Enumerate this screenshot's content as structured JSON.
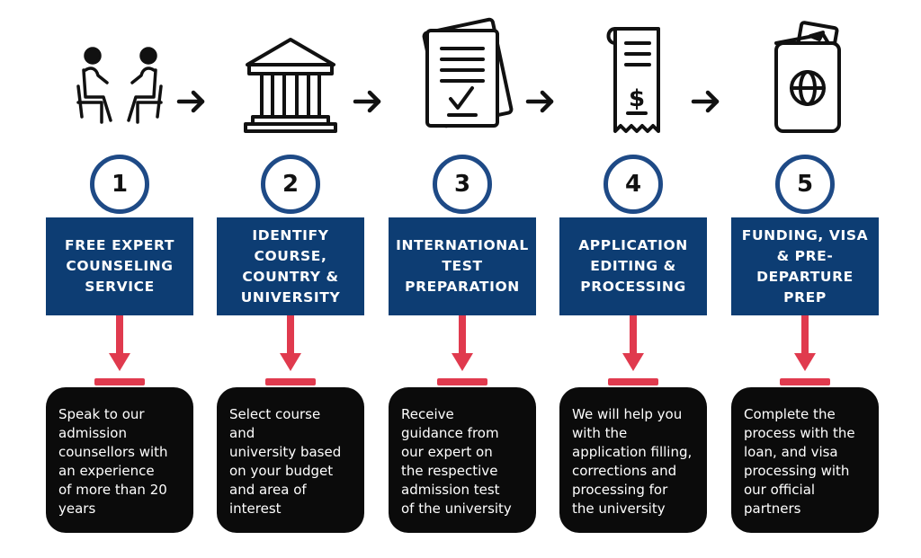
{
  "steps": [
    {
      "number": "1",
      "title": "FREE EXPERT\nCOUNSELING\nSERVICE",
      "description": "Speak to our\nadmission\ncounsellors with\nan experience\nof more than 20\nyears",
      "icon": "counseling-icon"
    },
    {
      "number": "2",
      "title": "IDENTIFY\nCOURSE,\nCOUNTRY &\nUNIVERSITY",
      "description": "Select course\nand\nuniversity based\non your budget\nand area of\ninterest",
      "icon": "university-building-icon"
    },
    {
      "number": "3",
      "title": "INTERNATIONAL\nTEST\nPREPARATION",
      "description": "Receive\nguidance from\nour expert on\nthe respective\nadmission test\nof the university",
      "icon": "test-document-icon"
    },
    {
      "number": "4",
      "title": "APPLICATION\nEDITING &\nPROCESSING",
      "description": "We will help you\nwith the\napplication filling,\ncorrections and\nprocessing for\nthe university",
      "icon": "receipt-scroll-icon"
    },
    {
      "number": "5",
      "title": "FUNDING, VISA\n& PRE-\nDEPARTURE\nPREP",
      "description": "Complete the\nprocess with the\nloan, and visa\nprocessing with\nour official\npartners",
      "icon": "passport-icon"
    }
  ],
  "colors": {
    "title_bg": "#0d3d73",
    "circle_border": "#1e4a86",
    "connector": "#e03a4e",
    "desc_bg": "#0b0b0b"
  }
}
